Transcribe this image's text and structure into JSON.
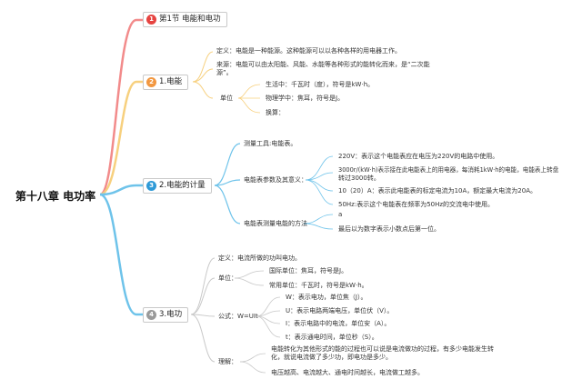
{
  "root": "第十八章 电功率",
  "colors": {
    "red": "#e64340",
    "orange": "#f29740",
    "blue": "#2f9ad7",
    "gray": "#9a9a9a",
    "branch1": "#f28b8b",
    "branch2": "#f7d07e",
    "branch3": "#6ec3ea",
    "branch4": "#c8c8c8"
  },
  "sections": [
    {
      "num": "1",
      "label": "第1节 电能和电功"
    },
    {
      "num": "2",
      "label": "1.电能",
      "definition": "定义：电能是一种能源。这种能源可以以各种各样的用电器工作。",
      "source": "来源：电能可以由太阳能、风能、水能等各种形式的能转化而来，是“二次能",
      "source2": "源”。",
      "unit_label": "单位",
      "units": [
        "生活中：千瓦时（度），符号是kW·h。",
        "物理学中：焦耳，符号是J。",
        "换算："
      ]
    },
    {
      "num": "3",
      "label": "2.电能的计量",
      "tool": "测量工具:电能表。",
      "params_label": "电能表参数及其意义：",
      "params": [
        "220V：表示这个电能表应在电压为220V的电路中使用。",
        "3000r/(kW·h)表示接在此电能表上的用电器，每消耗1kW·h的电能，电能表上转盘",
        "转过3000转。",
        "10（20）A：表示此电能表的标定电流为10A，额定最大电流为20A。",
        "50Hz:表示这个电能表在频率为50Hz的交流电中使用。"
      ],
      "read_label": "电能表测量电能的方法",
      "read": [
        "a",
        "最后以为数字表示小数点后第一位。"
      ]
    },
    {
      "num": "4",
      "label": "3.电功",
      "definition": "定义：电流所做的功叫电功。",
      "unit_label": "单位：",
      "units": [
        "国际单位：焦耳，符号是J。",
        "常用单位：千瓦时，符号是kW·h。"
      ],
      "formula_label": "公式：W=UIt",
      "formula": [
        "W：表示电功，单位焦（J）。",
        "U：表示电路两端电压，单位伏（V）。",
        "I：表示电路中的电流，单位安（A）。",
        "t：表示通电时间，单位秒（S）。"
      ],
      "understand_label": "理解：",
      "understand": [
        "电能转化为其他形式的能的过程也可以说是电流做功的过程，有多少电能发生转",
        "化，就说电流做了多少功，即电功是多少。",
        "电压越高、电流越大、通电时间越长，电流做工越多。"
      ]
    }
  ]
}
